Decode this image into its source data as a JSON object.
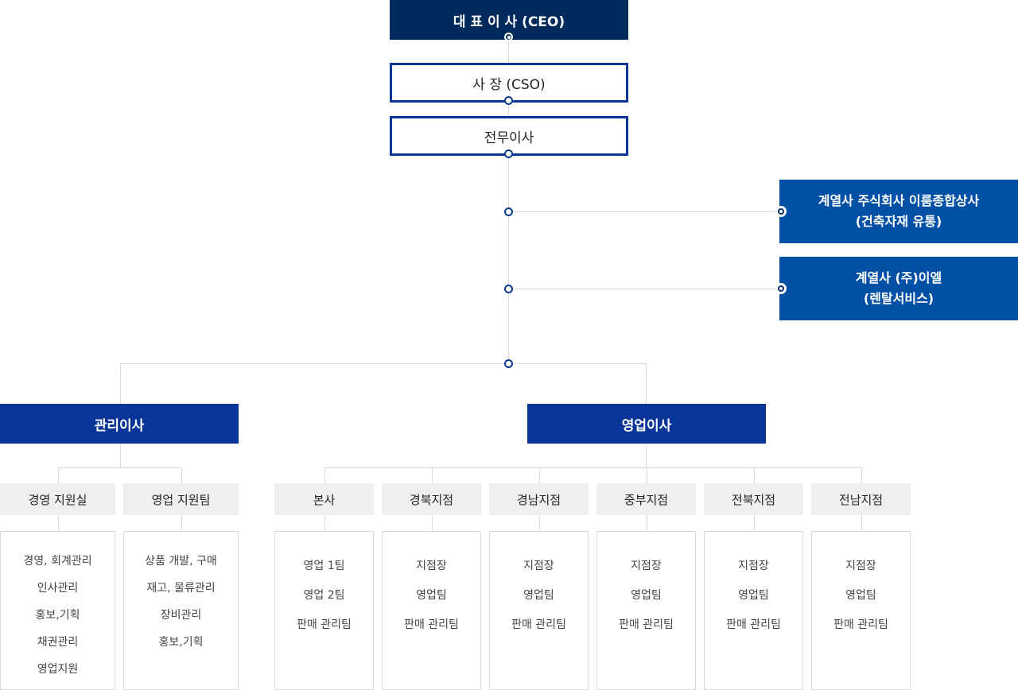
{
  "ceo": "대 표 이 사 (CEO)",
  "president": "사 장 (CSO)",
  "managing_director": "전무이사",
  "affiliates": [
    {
      "line1": "계열사 주식회사 이룸종합상사",
      "line2": "(건축자재 유통)"
    },
    {
      "line1": "계열사 (주)이엘",
      "line2": "(렌탈서비스)"
    }
  ],
  "admin_director": {
    "title": "관리이사",
    "departments": [
      {
        "name": "경영 지원실",
        "items": [
          "경영, 회계관리",
          "인사관리",
          "홍보,기획",
          "채권관리",
          "영업지원"
        ]
      },
      {
        "name": "영업 지원팀",
        "items": [
          "상품 개발, 구매",
          "재고, 물류관리",
          "장비관리",
          "홍보,기획"
        ]
      }
    ]
  },
  "sales_director": {
    "title": "영업이사",
    "branches": [
      {
        "name": "본사",
        "items": [
          "영업 1팀",
          "영업 2팀",
          "판매 관리팀"
        ]
      },
      {
        "name": "경북지점",
        "items": [
          "지점장",
          "영업팀",
          "판매 관리팀"
        ]
      },
      {
        "name": "경남지점",
        "items": [
          "지점장",
          "영업팀",
          "판매 관리팀"
        ]
      },
      {
        "name": "중부지점",
        "items": [
          "지점장",
          "영업팀",
          "판매 관리팀"
        ]
      },
      {
        "name": "전북지점",
        "items": [
          "지점장",
          "영업팀",
          "판매 관리팀"
        ]
      },
      {
        "name": "전남지점",
        "items": [
          "지점장",
          "영업팀",
          "판매 관리팀"
        ]
      }
    ]
  },
  "colors": {
    "navy": "#002a5c",
    "blue": "#0a3598",
    "affiliate_blue": "#0050a5",
    "line": "#d9d9d9",
    "dept_bg": "#efefef"
  }
}
